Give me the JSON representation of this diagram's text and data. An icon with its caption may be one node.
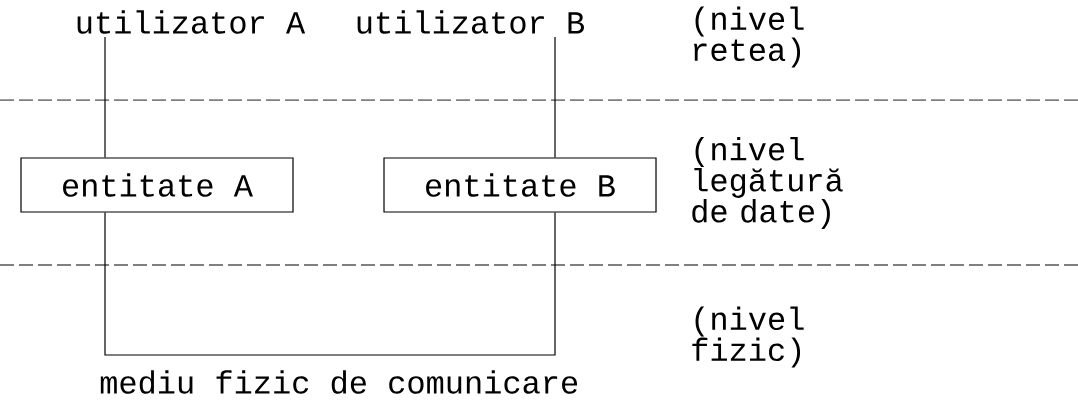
{
  "diagram": {
    "nodes": [
      {
        "text": [
          "utilizator A"
        ]
      },
      {
        "text": [
          "utilizator B"
        ]
      },
      {
        "text": [
          "entitate A"
        ]
      },
      {
        "text": [
          "entitate B"
        ]
      }
    ],
    "edges": [
      {
        "from": 0,
        "to": 2,
        "arrow": "none"
      },
      {
        "from": 1,
        "to": 3,
        "arrow": "none"
      },
      {
        "from": 2,
        "to": 3,
        "arrow": "none",
        "label": "mediu fizic de comunicare"
      }
    ],
    "labels": [
      "(nivel retea)",
      "(nivel legătură de date)",
      "(nivel fizic)"
    ]
  }
}
